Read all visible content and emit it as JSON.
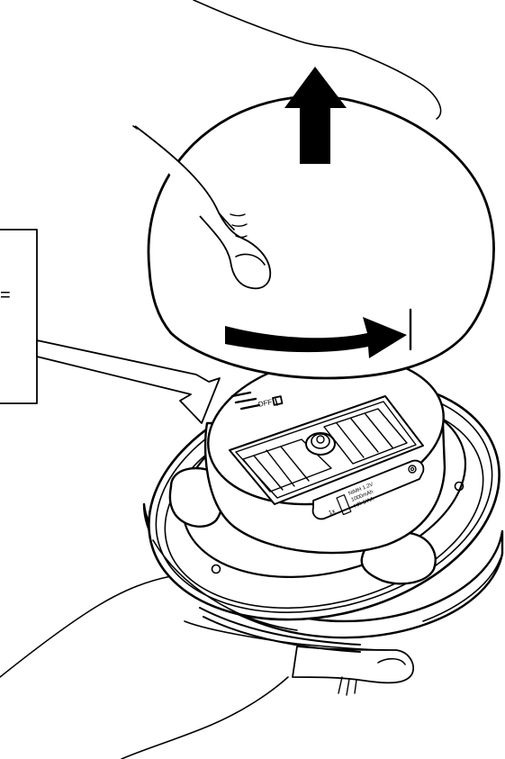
{
  "battery_label": {
    "quantity": "1x",
    "line1": "NiMH 1.2V",
    "line2": "1000mAh",
    "line3": "HR 6/AA"
  },
  "switch": {
    "off_label": "OFF"
  },
  "callout": {
    "partial_text": "="
  }
}
